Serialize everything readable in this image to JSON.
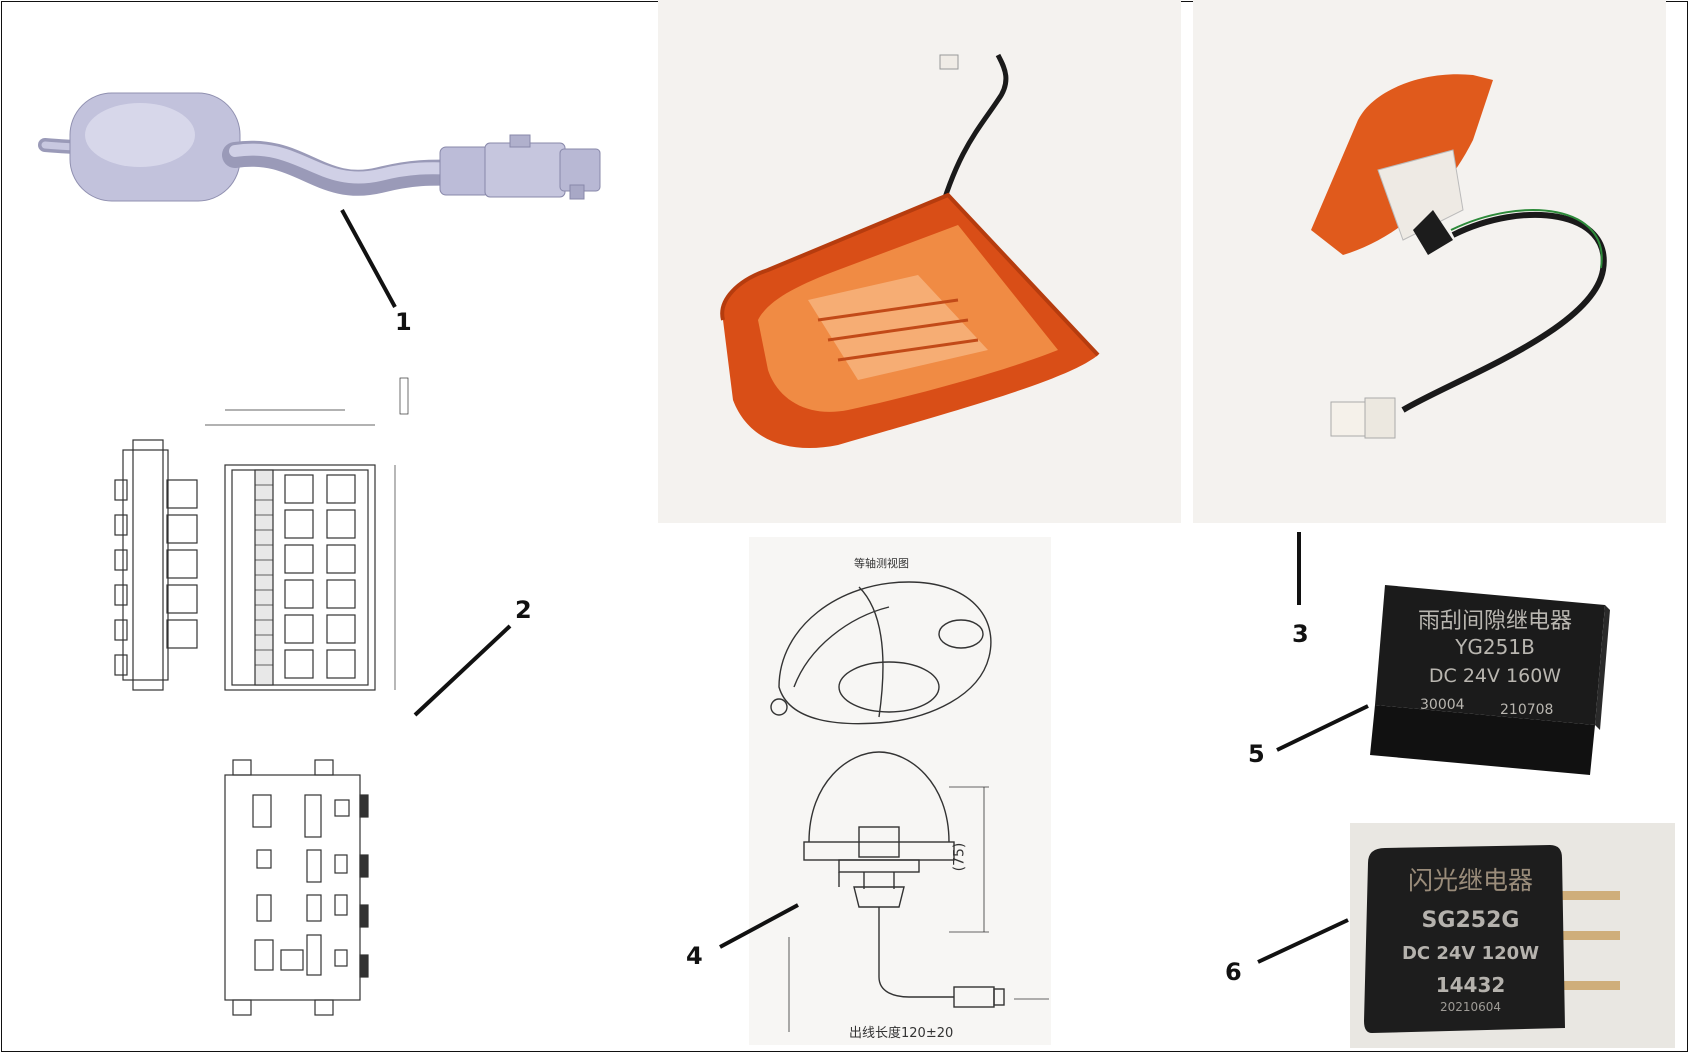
{
  "callouts": {
    "c1": "1",
    "c2": "2",
    "c3": "3",
    "c4": "4",
    "c5": "5",
    "c6": "6"
  },
  "part4": {
    "view_title": "等轴测视图",
    "dimension": "(75)",
    "cable_note": "出线长度120±20"
  },
  "relay5": {
    "line1": "雨刮间隙继电器",
    "line2": "YG251B",
    "line3": "DC 24V  160W",
    "line4a": "30004",
    "line4b": "210708"
  },
  "relay6": {
    "line1": "闪光继电器",
    "line2": "SG252G",
    "line3": "DC 24V  120W",
    "line4": "14432",
    "line5": "20210604"
  },
  "colors": {
    "lamp_orange": "#e0571a",
    "lamp_light": "#f39a52",
    "relay_body": "#1c1c1c",
    "model_part": "#b8b8d6"
  }
}
